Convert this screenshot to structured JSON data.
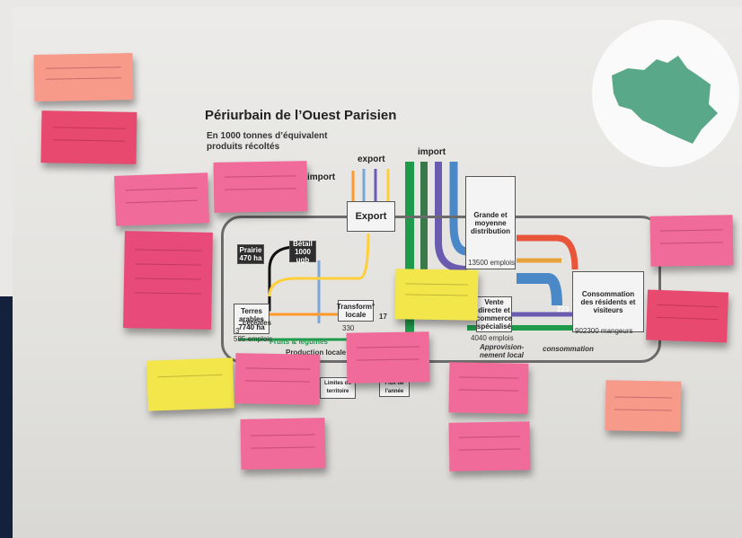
{
  "poster": {
    "title": "Périurbain de l’Ouest Parisien",
    "subtitle": "En 1000 tonnes d’équivalent produits récoltés",
    "labels": {
      "export_top": "export",
      "import_top": "import",
      "import_left": "import",
      "export_box": "Export",
      "prairie": "Prairie 470 ha",
      "betail": "Bétail 1000 ugb",
      "terres": "Terres arables 7740 ha",
      "emplois_terres": "585 emplois",
      "transfo": "Transform° locale",
      "transfo_value": "330",
      "grande": "Grande et moyenne distribution",
      "grande_emplois": "13500 emplois",
      "vente": "Vente directe et commerce spécialisé",
      "vente_emplois": "4040 emplois",
      "consommation": "Consommation des résidents et visiteurs",
      "mangeurs": "902300 mangeurs",
      "cereales": "céréales",
      "cereales_value": "3",
      "fruits": "Fruits & légumes",
      "production": "Production locale",
      "approvisionnement": "Approvision- nement local",
      "consommation_footer": "consommation",
      "limites": "Limites du territoire",
      "flux": "Flux de l'année",
      "val_223": "223",
      "val_17": "17"
    }
  },
  "colors": {
    "pink": "#f06a9a",
    "salmon": "#f79a8a",
    "yellow": "#f3e64a",
    "map_green": "#5aa88a",
    "navy": "#14213d"
  }
}
